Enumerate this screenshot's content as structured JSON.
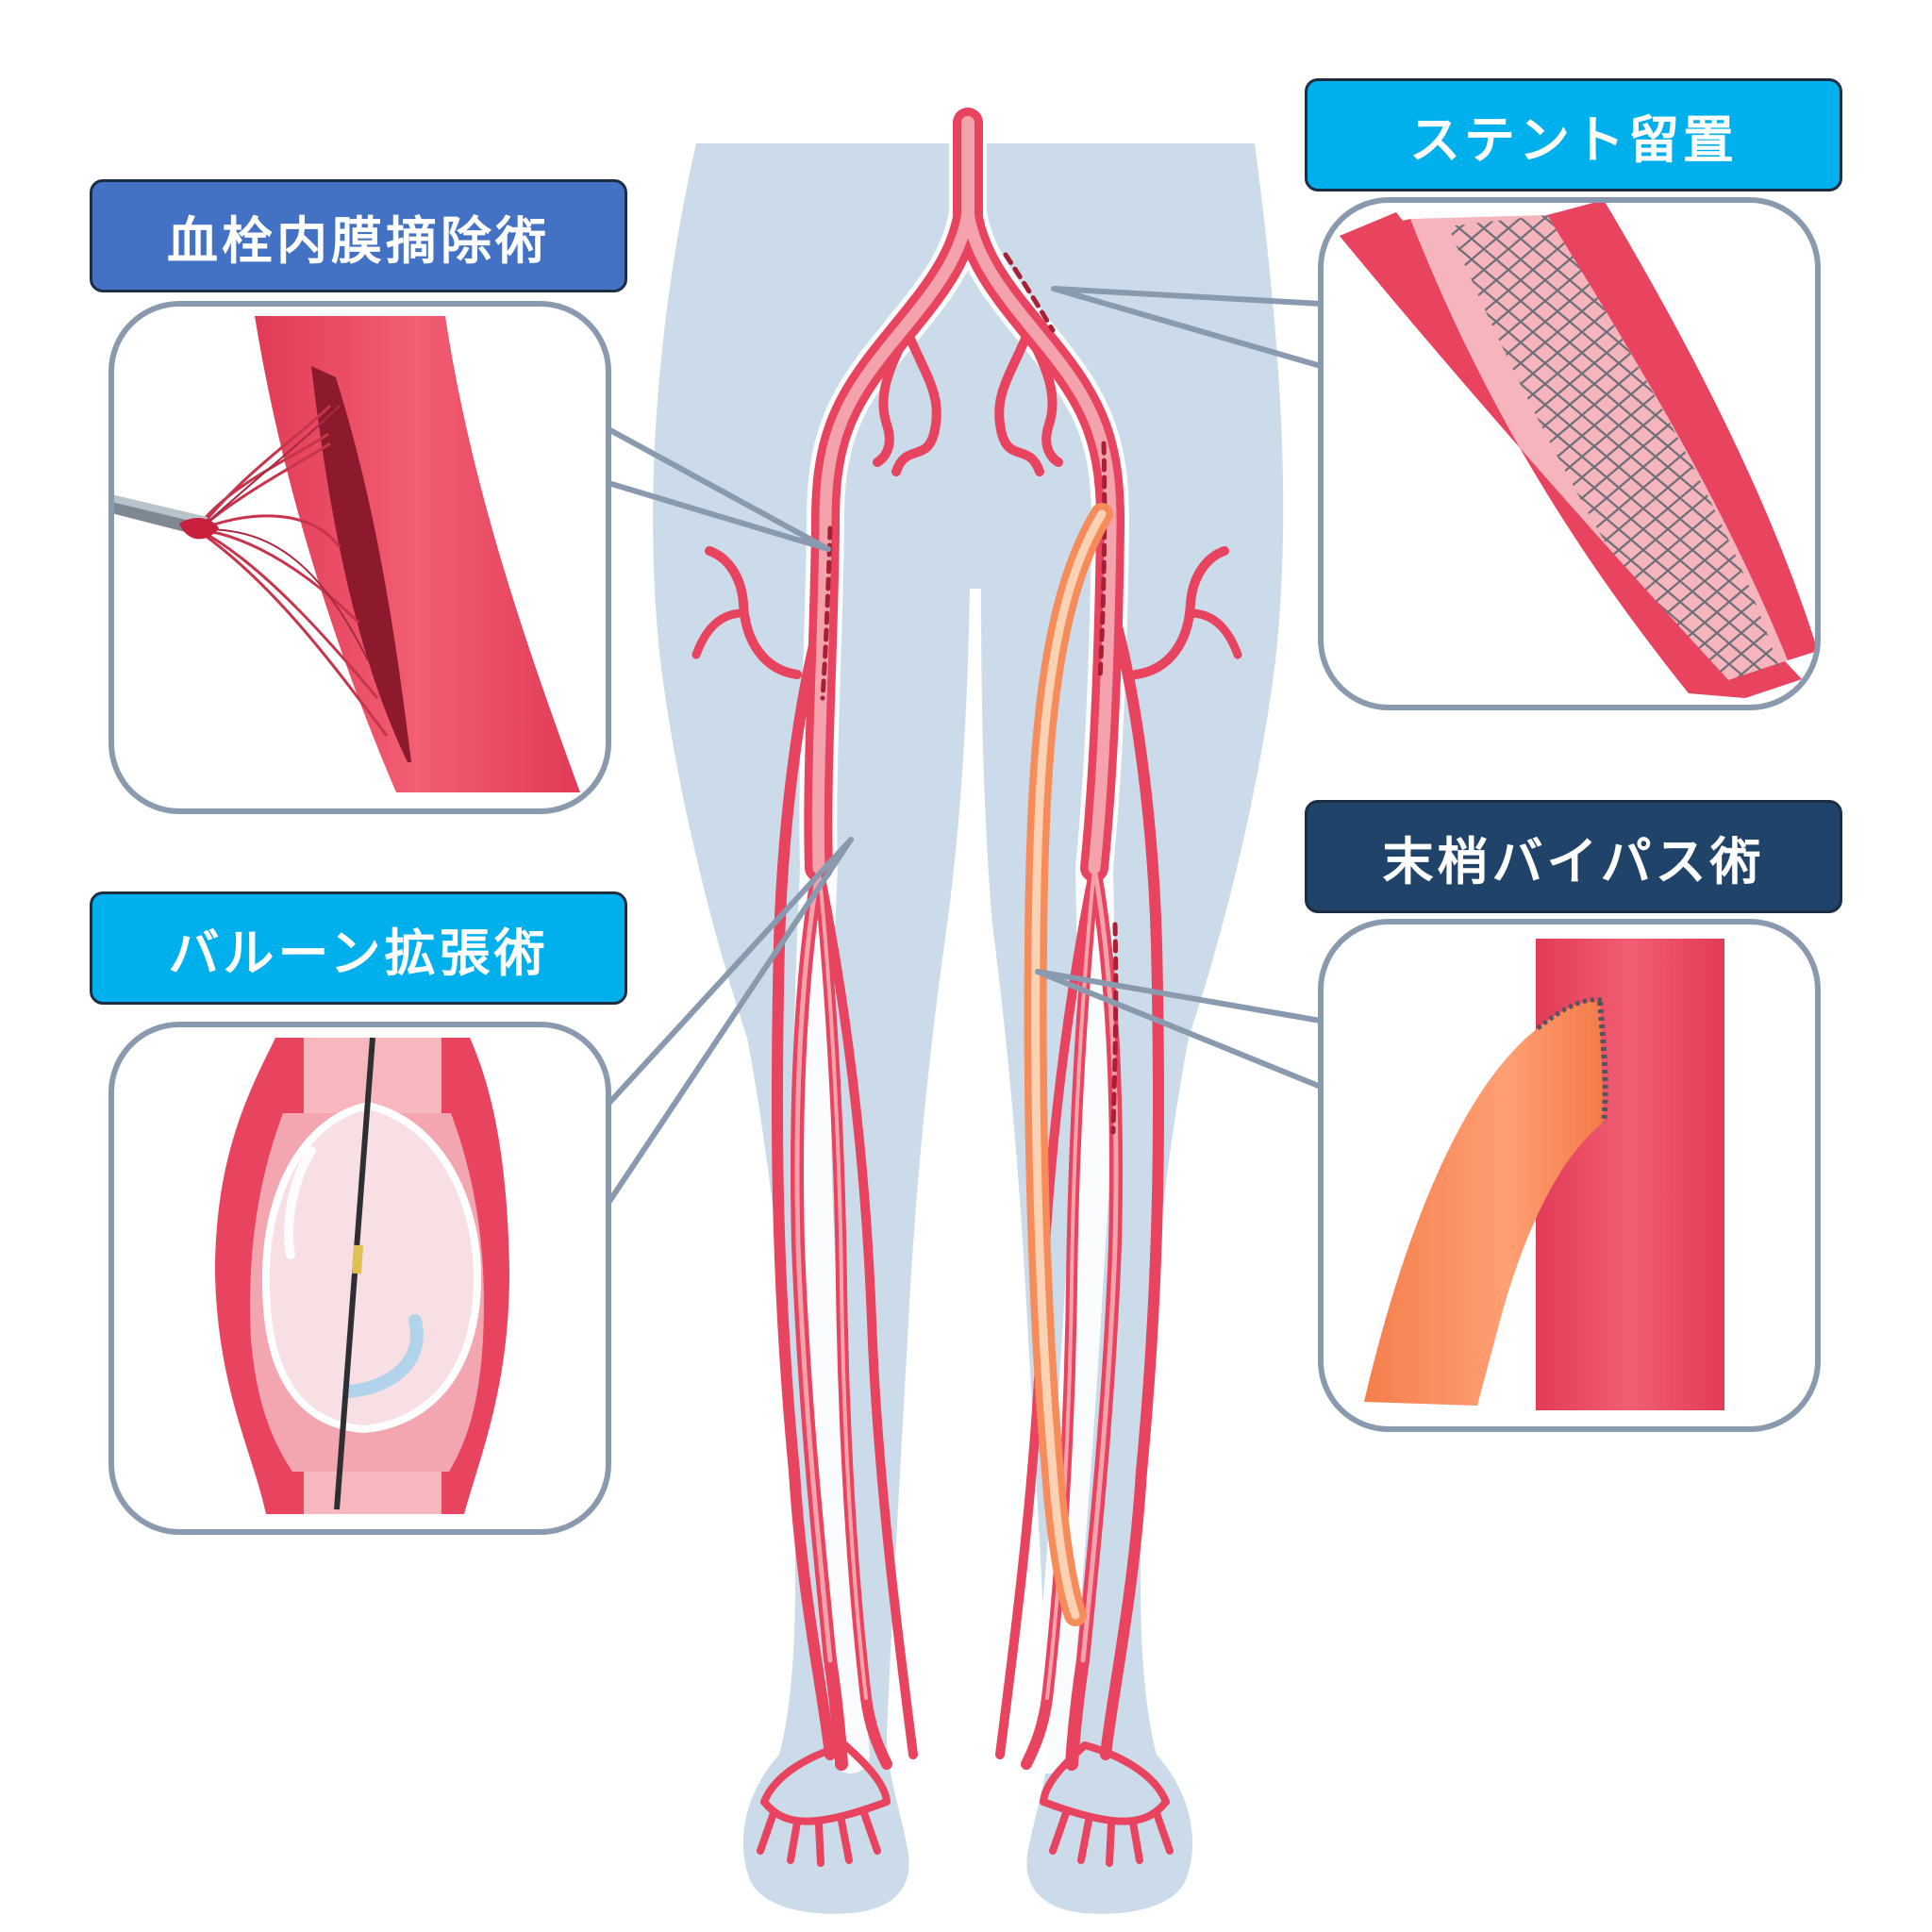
{
  "labels": {
    "endarterectomy": "血栓内膜摘除術",
    "balloon": "バルーン拡張術",
    "stent": "ステント留置",
    "bypass": "末梢バイパス術"
  },
  "colors": {
    "body_silhouette": "#cbdbe9",
    "artery": "#e8435f",
    "artery_lumen": "#f4a3ad",
    "bypass_graft": "#f58c5a",
    "panel_border": "#8a9aae",
    "label_endarterectomy": "#4372c4",
    "label_balloon": "#00b0ec",
    "label_stent": "#00b0ec",
    "label_bypass": "#20436a"
  }
}
